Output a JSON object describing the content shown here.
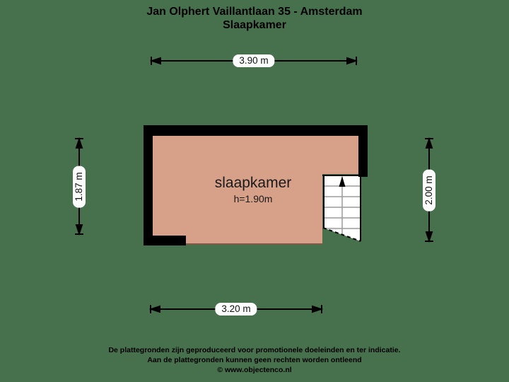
{
  "title": {
    "line1": "Jan Olphert Vaillantlaan 35 - Amsterdam",
    "line2": "Slaapkamer"
  },
  "room": {
    "name": "slaapkamer",
    "height_label": "h=1.90m"
  },
  "dimensions": {
    "top": "3.90 m",
    "bottom": "3.20 m",
    "left": "1.87 m",
    "right": "2.00 m"
  },
  "icons": {
    "stairs_direction": "stairs-up-arrow"
  },
  "footer": {
    "line1": "De plattegronden zijn geproduceerd voor promotionele doeleinden en ter indicatie.",
    "line2": "Aan de plattegronden kunnen geen rechten worden ontleend",
    "line3": "© www.objectenco.nl"
  },
  "colors": {
    "background": "#47704d",
    "floor": "#d7a089",
    "floor_border": "#7d5b47",
    "wall": "#000000",
    "stair_fill": "#ffffff",
    "stair_line": "#9c9c9c",
    "dim_line": "#000000",
    "label_bg": "#ffffff",
    "text": "#000000"
  }
}
